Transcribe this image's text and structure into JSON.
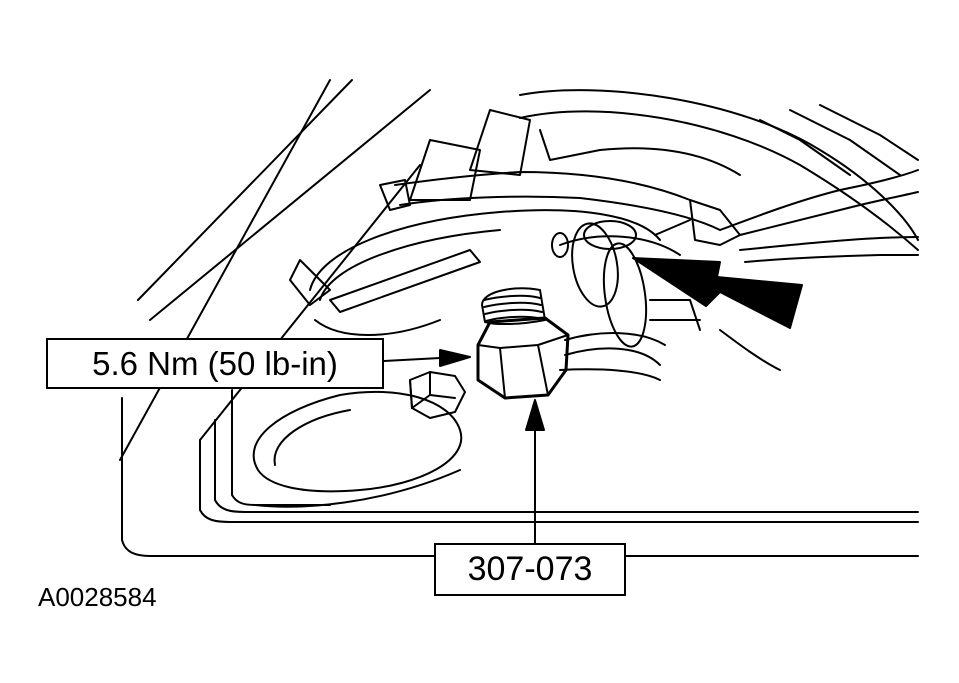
{
  "callouts": {
    "torque_spec": "5.6 Nm (50 lb-in)",
    "tool_number": "307-073"
  },
  "figure_id": "A0028584",
  "colors": {
    "line": "#000000",
    "background": "#ffffff"
  }
}
